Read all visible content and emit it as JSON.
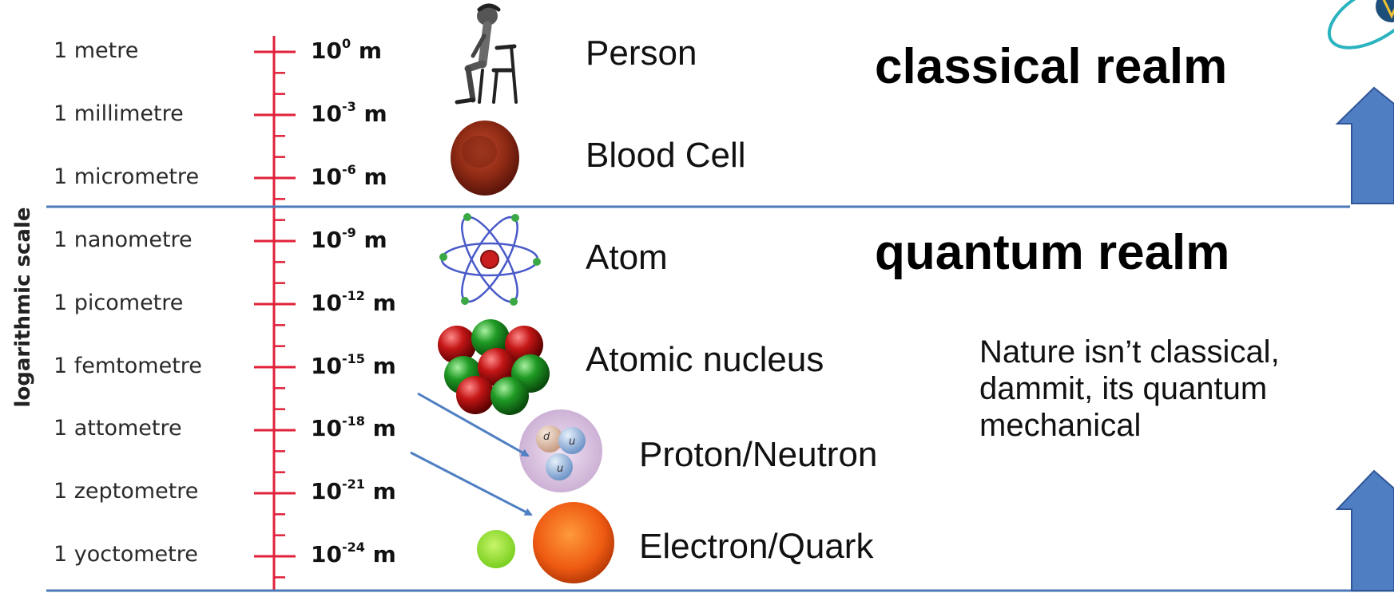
{
  "axis_label": "logarithmic scale",
  "scale_rows": [
    {
      "unit": "1 metre",
      "exponent": "0"
    },
    {
      "unit": "1 millimetre",
      "exponent": "-3"
    },
    {
      "unit": "1 micrometre",
      "exponent": "-6"
    },
    {
      "unit": "1 nanometre",
      "exponent": "-9"
    },
    {
      "unit": "1 picometre",
      "exponent": "-12"
    },
    {
      "unit": "1 femtometre",
      "exponent": "-15"
    },
    {
      "unit": "1 attometre",
      "exponent": "-18"
    },
    {
      "unit": "1 zeptometre",
      "exponent": "-21"
    },
    {
      "unit": "1 yoctometre",
      "exponent": "-24"
    }
  ],
  "power_base": "10",
  "power_unit": "m",
  "objects": {
    "person": "Person",
    "blood_cell": "Blood Cell",
    "atom": "Atom",
    "nucleus": "Atomic nucleus",
    "proton": "Proton/Neutron",
    "electron": "Electron/Quark"
  },
  "quark_labels": {
    "d": "d",
    "u1": "u",
    "u2": "u"
  },
  "realms": {
    "classical": "classical realm",
    "quantum": "quantum realm"
  },
  "note": "Nature isn’t classical, dammit, its quantum mechanical",
  "colors": {
    "ruler": "#e0223a",
    "divider": "#4a78b8",
    "arrow": "#4f7fc2",
    "arrow_outline": "#2f5597",
    "logo": "#2bb3c0"
  },
  "icons": {
    "person": "seated-person-icon",
    "blood_cell": "blood-cell-icon",
    "atom": "atom-icon",
    "nucleus": "nucleus-icon",
    "proton": "proton-icon",
    "electron": "electron-icon",
    "logo": "logo-icon"
  }
}
